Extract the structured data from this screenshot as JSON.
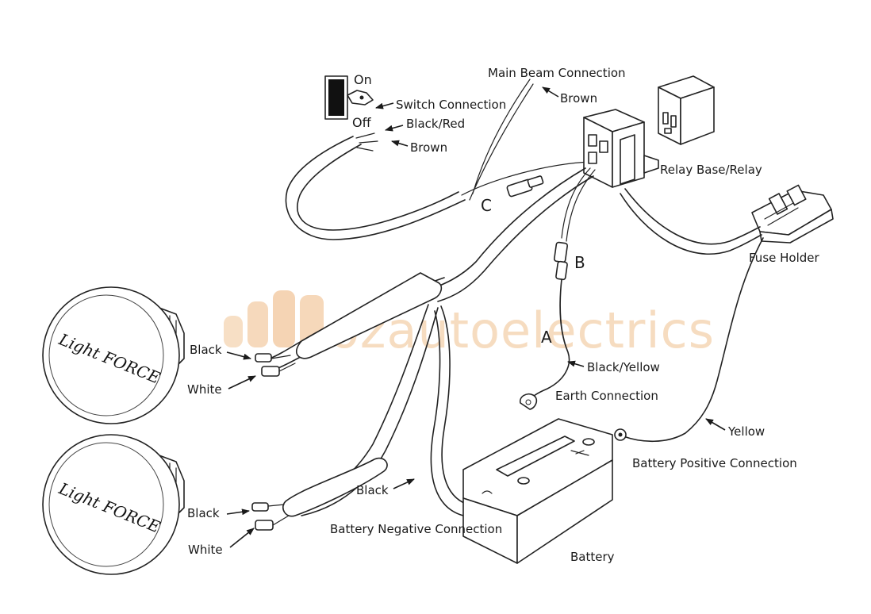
{
  "switch": {
    "on": "On",
    "off": "Off"
  },
  "labels": {
    "main_beam_connection": "Main Beam Connection",
    "brown_main": "Brown",
    "switch_connection": "Switch Connection",
    "black_red": "Black/Red",
    "brown_switch": "Brown",
    "relay_base_relay": "Relay Base/Relay",
    "fuse_holder": "Fuse Holder",
    "c": "C",
    "b": "B",
    "a": "A",
    "black_yellow": "Black/Yellow",
    "earth_connection": "Earth Connection",
    "yellow": "Yellow",
    "battery_positive_connection": "Battery Positive Connection",
    "black_top_lamp": "Black",
    "white_top_lamp": "White",
    "black_bottom_lamp": "Black",
    "white_bottom_lamp": "White",
    "black_negative": "Black",
    "battery_negative_connection": "Battery Negative Connection",
    "battery": "Battery"
  },
  "lamps": {
    "brand": "Light FORCE"
  },
  "watermark": "ozautoelectrics"
}
